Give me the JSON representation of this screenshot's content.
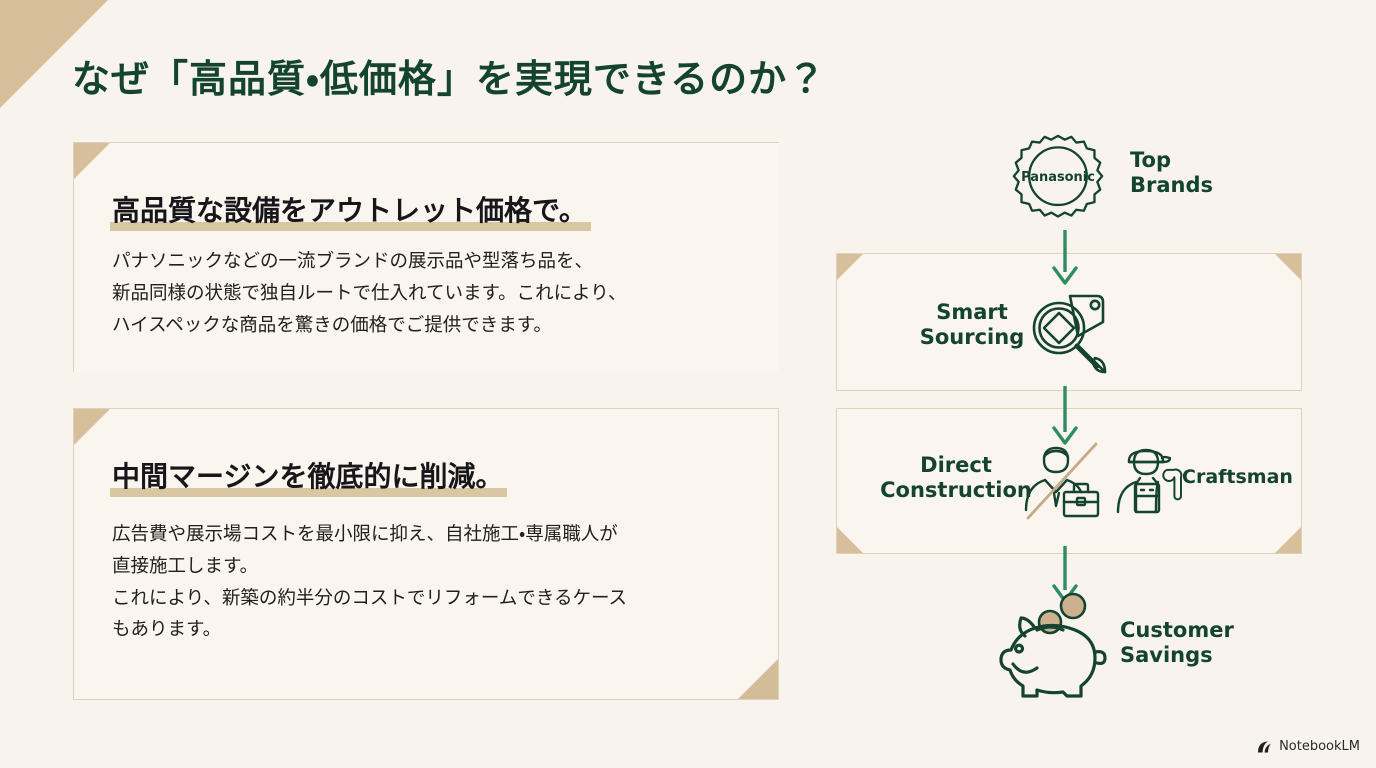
{
  "slide": {
    "title": "なぜ「高品質・低価格」を実現できるのか？",
    "title_color": "#14432f",
    "background_color": "#f8f4ed",
    "accent_tan": "#d6bf9a",
    "accent_green": "#2e8b62"
  },
  "cards": [
    {
      "heading": "高品質な設備をアウトレット価格で。",
      "body": "パナソニックなどの一流ブランドの展示品や型落ち品を、\n新品同様の状態で独自ルートで仕入れています。これにより、\nハイスペックな商品を驚きの価格でご提供できます。"
    },
    {
      "heading": "中間マージンを徹底的に削減。",
      "body": "広告費や展示場コストを最小限に抑え、自社施工・専属職人が\n直接施工します。\nこれにより、新築の約半分のコストでリフォームできるケース\nもあります。"
    }
  ],
  "diagram": {
    "badge_text": "Panasonic",
    "nodes": [
      {
        "label": "Top\nBrands",
        "icon": "brand-badge-icon"
      },
      {
        "label": "Smart\nSourcing",
        "icon": "magnifier-tag-icon"
      },
      {
        "label": "Direct\nConstruction",
        "icon": "crossed-out-salesman-icon"
      },
      {
        "label": "Craftsman",
        "icon": "craftsman-wrench-icon"
      },
      {
        "label": "Customer\nSavings",
        "icon": "piggy-bank-icon"
      }
    ]
  },
  "watermark": {
    "label": "NotebookLM",
    "icon": "notebooklm-logo-icon"
  }
}
